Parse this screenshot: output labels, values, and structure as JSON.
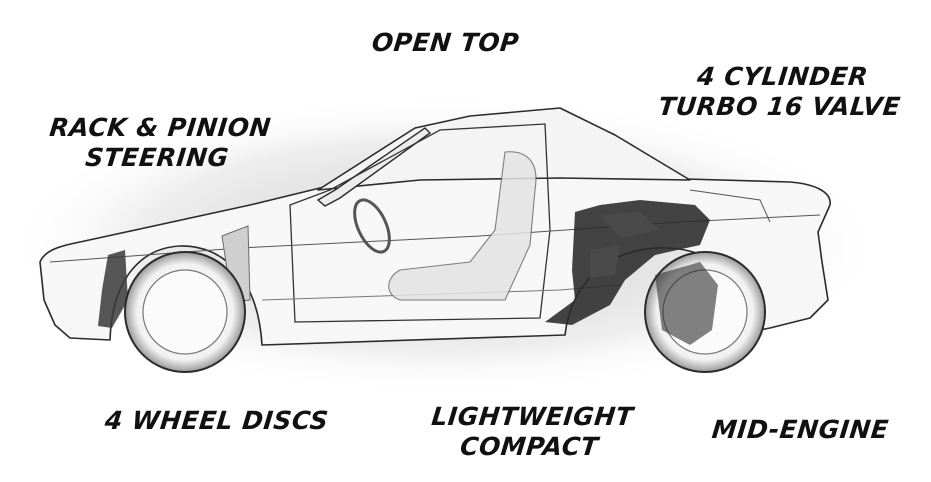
{
  "colors": {
    "background": "#ffffff",
    "outline": "#2b2b2b",
    "shadow": "#cfcfcf",
    "engine": "#2a2a2a",
    "text": "#111111"
  },
  "labels": {
    "open_top": "OPEN TOP",
    "rack_line1": "RACK & PINION",
    "rack_line2": "STEERING",
    "engine_line1": "4 CYLINDER",
    "engine_line2": "TURBO 16 VALVE",
    "discs": "4 WHEEL DISCS",
    "light_line1": "LIGHTWEIGHT",
    "light_line2": "COMPACT",
    "mid_engine": "MID-ENGINE"
  }
}
